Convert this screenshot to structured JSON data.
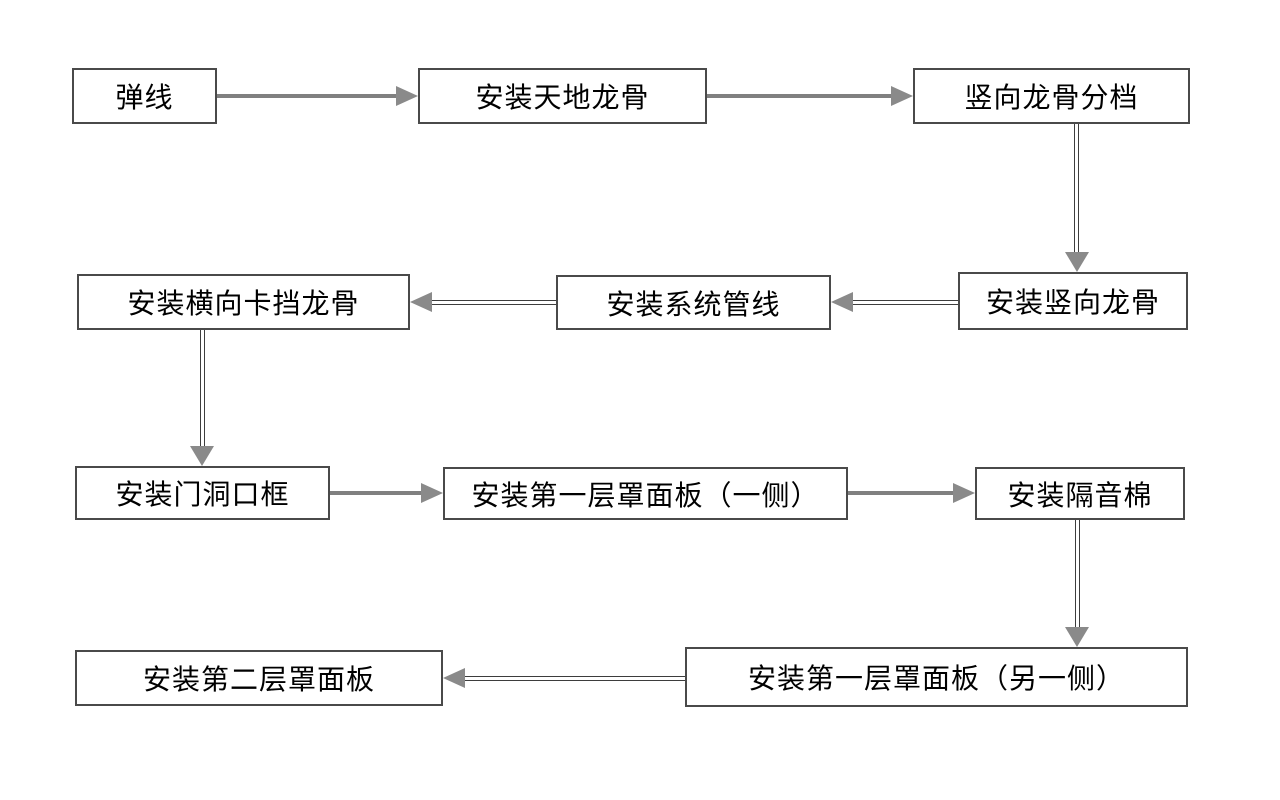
{
  "diagram": {
    "type": "flowchart",
    "subject": "partition-wall-installation-process",
    "nodes": [
      {
        "id": "n0",
        "label": "弹线"
      },
      {
        "id": "n1",
        "label": "安装天地龙骨"
      },
      {
        "id": "n2",
        "label": "竖向龙骨分档"
      },
      {
        "id": "n3",
        "label": "安装竖向龙骨"
      },
      {
        "id": "n4",
        "label": "安装系统管线"
      },
      {
        "id": "n5",
        "label": "安装横向卡挡龙骨"
      },
      {
        "id": "n6",
        "label": "安装门洞口框"
      },
      {
        "id": "n7",
        "label": "安装第一层罩面板（一侧）"
      },
      {
        "id": "n8",
        "label": "安装隔音棉"
      },
      {
        "id": "n9",
        "label": "安装第一层罩面板（另一侧）"
      },
      {
        "id": "n10",
        "label": "安装第二层罩面板"
      }
    ],
    "edges": [
      {
        "from": "弹线",
        "to": "安装天地龙骨",
        "direction": "right",
        "style": "thick"
      },
      {
        "from": "安装天地龙骨",
        "to": "竖向龙骨分档",
        "direction": "right",
        "style": "thick"
      },
      {
        "from": "竖向龙骨分档",
        "to": "安装竖向龙骨",
        "direction": "down",
        "style": "double-line"
      },
      {
        "from": "安装竖向龙骨",
        "to": "安装系统管线",
        "direction": "left",
        "style": "double-line"
      },
      {
        "from": "安装系统管线",
        "to": "安装横向卡挡龙骨",
        "direction": "left",
        "style": "double-line"
      },
      {
        "from": "安装横向卡挡龙骨",
        "to": "安装门洞口框",
        "direction": "down",
        "style": "double-line"
      },
      {
        "from": "安装门洞口框",
        "to": "安装第一层罩面板（一侧）",
        "direction": "right",
        "style": "thick"
      },
      {
        "from": "安装第一层罩面板（一侧）",
        "to": "安装隔音棉",
        "direction": "right",
        "style": "thick"
      },
      {
        "from": "安装隔音棉",
        "to": "安装第一层罩面板（另一侧）",
        "direction": "down",
        "style": "double-line"
      },
      {
        "from": "安装第一层罩面板（另一侧）",
        "to": "安装第二层罩面板",
        "direction": "left",
        "style": "double-line"
      }
    ],
    "colors": {
      "background": "#ffffff",
      "box_fill": "#ffffff",
      "box_border": "#4a4a4a",
      "text": "#000000",
      "thick_arrow": "#808080",
      "double_line": "#3d3d3d",
      "arrowhead": "#8a8a8a"
    }
  }
}
